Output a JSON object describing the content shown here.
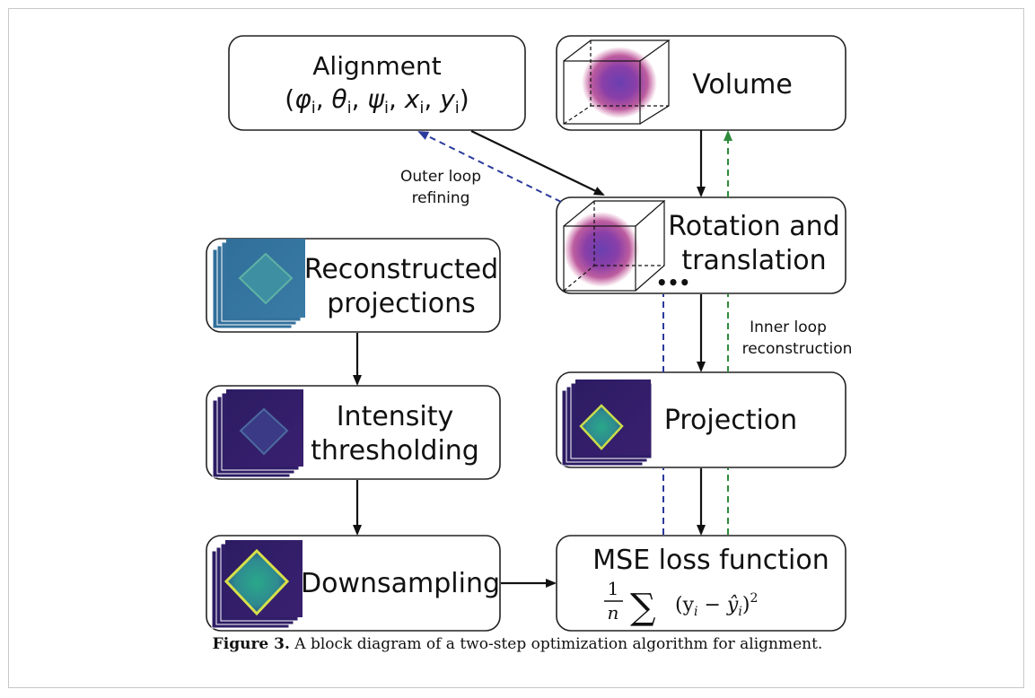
{
  "nodes": {
    "alignment": {
      "title": "Alignment",
      "params": [
        "φ",
        "i",
        "θ",
        "i",
        "ψ",
        "i",
        "x",
        "i",
        "y",
        "i"
      ]
    },
    "volume": {
      "title": "Volume"
    },
    "rotation": {
      "line1": "Rotation and",
      "line2": "translation",
      "ellipsis": "•••"
    },
    "reconstructed": {
      "line1": "Reconstructed",
      "line2": "projections"
    },
    "intensity": {
      "line1": "Intensity",
      "line2": "thresholding"
    },
    "downsampling": {
      "title": "Downsampling"
    },
    "projection": {
      "title": "Projection"
    },
    "mse": {
      "title": "MSE loss function",
      "formula_num": "1",
      "formula_den": "n",
      "formula_sum": "∑",
      "formula_body": "(y",
      "formula_sub_i": "i",
      "formula_minus": " − ",
      "formula_hat": "ŷ",
      "formula_close": ")",
      "formula_exp": "2"
    }
  },
  "edge_labels": {
    "outer_line1": "Outer loop",
    "outer_line2": "refining",
    "inner_line1": "Inner loop",
    "inner_line2": "reconstruction"
  },
  "colors": {
    "outer_loop": "#2b3a9c",
    "inner_loop": "#2e8b3a",
    "arrow": "#111111"
  },
  "caption": {
    "label": "Figure 3.",
    "text": " A block diagram of a two-step optimization algorithm for alignment."
  }
}
